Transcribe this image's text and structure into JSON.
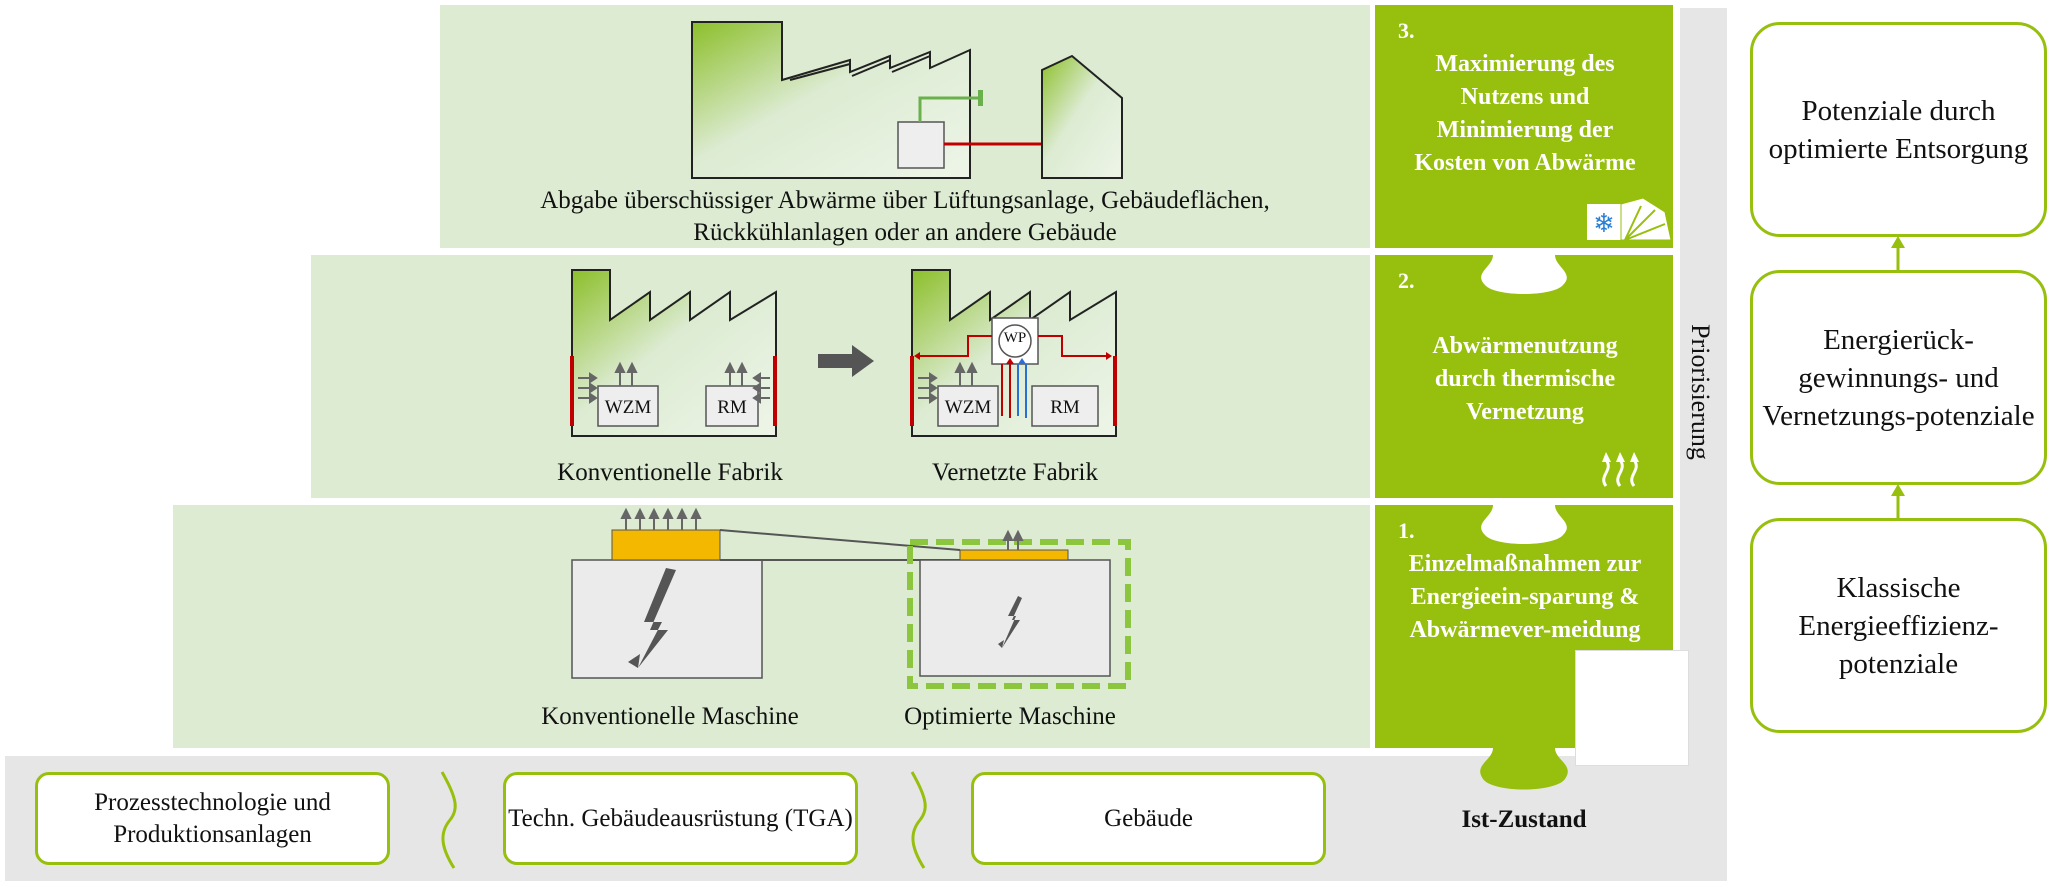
{
  "steps": [
    {
      "number": "3.",
      "title": "Maximierung des Nutzens und Minimierung der Kosten von Abwärme",
      "icon": "snowflake-icon"
    },
    {
      "number": "2.",
      "title": "Abwärmenutzung durch thermische Vernetzung",
      "icon": "heat-waves-icon"
    },
    {
      "number": "1.",
      "title": "Einzelmaßnahmen zur Energieein-sparung & Abwärmever-meidung",
      "icon": ""
    }
  ],
  "top_band": {
    "caption_line1": "Abgabe überschüssiger Abwärme über Lüftungsanlage, Gebäudeflächen,",
    "caption_line2": "Rückkühlanlagen oder an andere Gebäude"
  },
  "middle_band": {
    "left_caption": "Konventionelle Fabrik",
    "right_caption": "Vernetzte Fabrik",
    "labels": {
      "wzm": "WZM",
      "rm": "RM",
      "wp": "WP"
    }
  },
  "bottom_band": {
    "left_caption": "Konventionelle Maschine",
    "right_caption": "Optimierte Maschine"
  },
  "base": {
    "boxes": [
      "Prozesstechnologie und Produktionsanlagen",
      "Techn. Gebäudeausrüstung (TGA)",
      "Gebäude"
    ],
    "state_label": "Ist-Zustand"
  },
  "priority_label": "Priorisierung",
  "potentials": [
    "Potenziale durch optimierte Entsorgung",
    "Energierück-gewinnungs- und Vernetzungs-potenziale",
    "Klassische Energieeffizienz-potenziale"
  ],
  "colors": {
    "accent": "#97bf0d",
    "band": "#dcebd2",
    "heat_red": "#c00000",
    "yellow": "#f5b800",
    "gray": "#d9d9d9"
  }
}
